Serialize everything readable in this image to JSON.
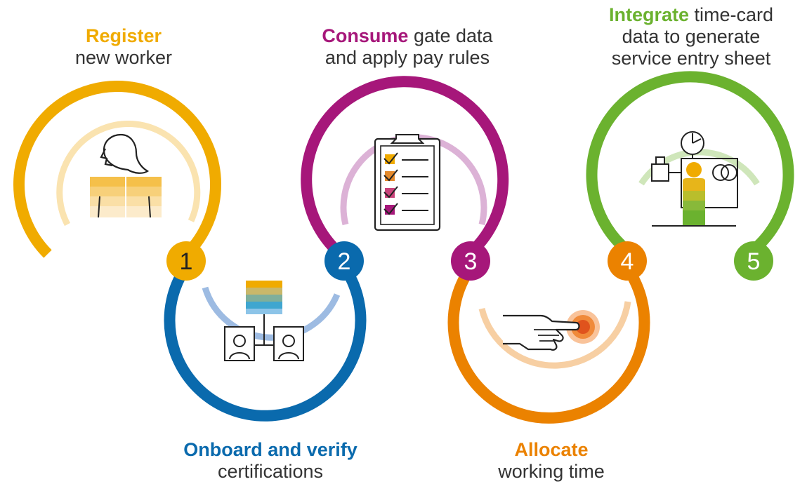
{
  "steps": [
    {
      "number": "1",
      "keyword": "Register",
      "rest_line1": "",
      "line2": "new worker",
      "line3": "",
      "color": "#F0AB00"
    },
    {
      "number": "2",
      "keyword": "Onboard and verify",
      "rest_line1": "",
      "line2": "certifications",
      "line3": "",
      "color": "#0A6AAD"
    },
    {
      "number": "3",
      "keyword": "Consume",
      "rest_line1": " gate data",
      "line2": "and apply pay rules",
      "line3": "",
      "color": "#A6177A"
    },
    {
      "number": "4",
      "keyword": "Allocate",
      "rest_line1": "",
      "line2": "working time",
      "line3": "",
      "color": "#EB8200"
    },
    {
      "number": "5",
      "keyword": "Integrate",
      "rest_line1": " time-card",
      "line2": "data to generate",
      "line3": "service entry sheet",
      "color": "#6BB22F"
    }
  ],
  "icons": [
    {
      "step": "1",
      "name": "new-worker-icon"
    },
    {
      "step": "2",
      "name": "org-chart-icon"
    },
    {
      "step": "3",
      "name": "checklist-clipboard-icon"
    },
    {
      "step": "4",
      "name": "hand-pressing-button-icon"
    },
    {
      "step": "5",
      "name": "process-integration-icon"
    }
  ]
}
